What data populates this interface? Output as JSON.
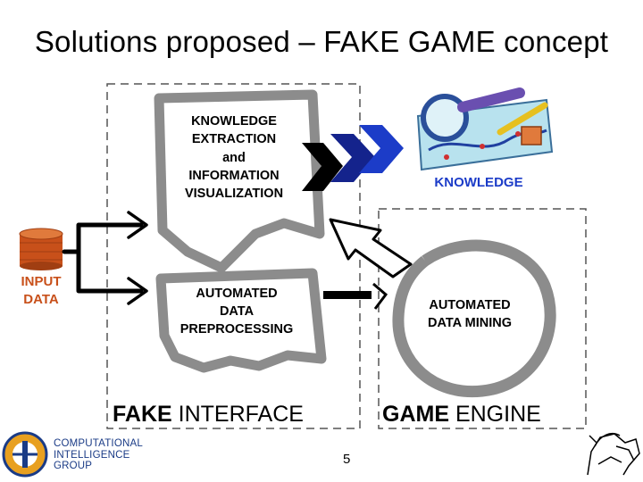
{
  "slide": {
    "title": "Solutions proposed – FAKE GAME concept",
    "page_number": "5"
  },
  "input": {
    "line1": "INPUT",
    "line2": "DATA"
  },
  "knowledge_box": {
    "line1": "KNOWLEDGE",
    "line2": "EXTRACTION",
    "line3": "and",
    "line4": "INFORMATION",
    "line5": "VISUALIZATION"
  },
  "preprocessing_box": {
    "line1": "AUTOMATED",
    "line2": "DATA",
    "line3": "PREPROCESSING"
  },
  "mining_box": {
    "line1": "AUTOMATED",
    "line2": "DATA MINING"
  },
  "knowledge_label": "KNOWLEDGE",
  "fake_interface": {
    "bold": "FAKE",
    "rest": " INTERFACE"
  },
  "game_engine": {
    "bold": "GAME",
    "rest": " ENGINE"
  },
  "logo": {
    "line1": "COMPUTATIONAL",
    "line2": "INTELLIGENCE",
    "line3": "GROUP"
  },
  "colors": {
    "gray": "#8c8c8c",
    "orange": "#c8501a",
    "blue": "#1c3cc8",
    "logo_blue": "#1a3b86"
  }
}
